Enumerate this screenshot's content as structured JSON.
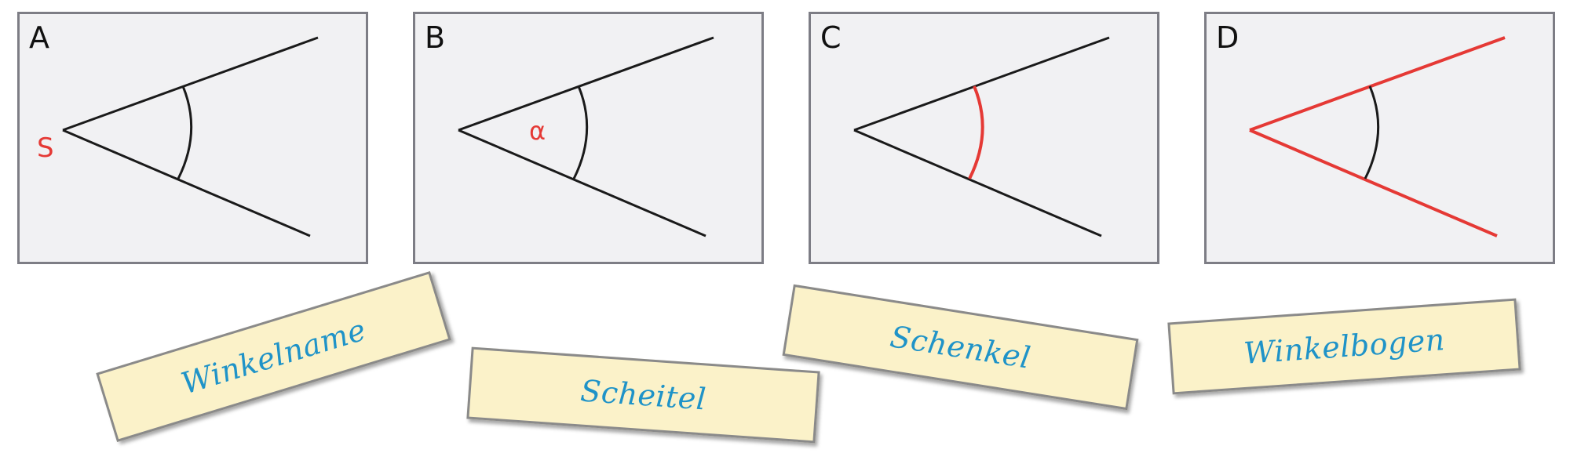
{
  "colors": {
    "panel_bg": "#f1f1f3",
    "panel_border": "#7d7d85",
    "line": "#1a1a1a",
    "highlight": "#e53935",
    "card_bg": "#fbf2c9",
    "card_text": "#1f93c8"
  },
  "panels": [
    {
      "letter": "A",
      "highlight": "vertex",
      "vertex_label": "S"
    },
    {
      "letter": "B",
      "highlight": "name",
      "angle_label": "α"
    },
    {
      "letter": "C",
      "highlight": "arc"
    },
    {
      "letter": "D",
      "highlight": "legs"
    }
  ],
  "cards": [
    {
      "label": "Winkelname"
    },
    {
      "label": "Scheitel"
    },
    {
      "label": "Schenkel"
    },
    {
      "label": "Winkelbogen"
    }
  ]
}
